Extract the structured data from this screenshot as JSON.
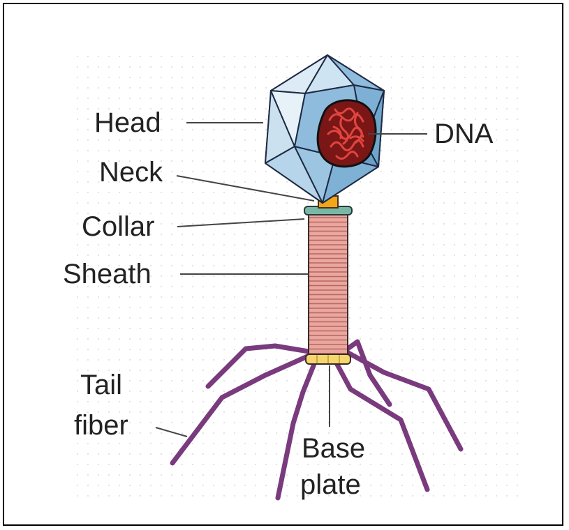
{
  "labels": {
    "head": "Head",
    "dna": "DNA",
    "neck": "Neck",
    "collar": "Collar",
    "sheath": "Sheath",
    "tail_fiber_line1": "Tail",
    "tail_fiber_line2": "fiber",
    "base_plate_line1": "Base",
    "base_plate_line2": "plate"
  },
  "colors": {
    "capsid_light": "#dcebf5",
    "capsid_mid": "#a9cde6",
    "capsid_dark": "#6fa6cc",
    "dna": "#e0453f",
    "dna_background": "#7a1616",
    "neck": "#f2a516",
    "collar": "#79b8a6",
    "sheath": "#e9a7a0",
    "base_plate": "#f5d76e",
    "tail_fiber": "#7a3a7e"
  }
}
